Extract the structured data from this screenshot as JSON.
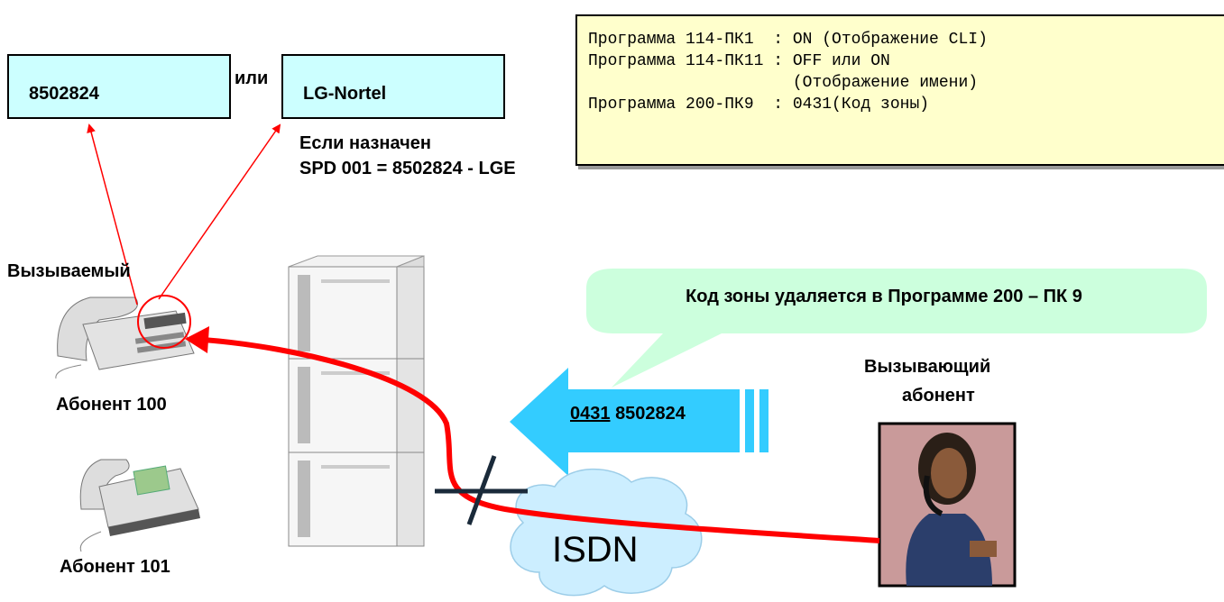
{
  "display_number": "8502824",
  "or_label": "или",
  "display_name": "LG-Nortel",
  "spd_note": {
    "line1": "Если назначен",
    "line2": "SPD 001 = 8502824 - LGE"
  },
  "config_lines": [
    "Программа 114-ПК1  : ON (Отображение CLI)",
    "Программа 114-ПК11 : OFF или ON",
    "                     (Отображение имени)",
    "Программа 200-ПК9  : 0431(Код зоны)"
  ],
  "called_label": "Вызываемый",
  "subscriber_100": "Абонент 100",
  "subscriber_101": "Абонент 101",
  "callout": "Код зоны удаляется в Программе 200 – ПК 9",
  "incoming": {
    "area_code": "0431",
    "number": "8502824"
  },
  "caller_label": {
    "line1": "Вызывающий",
    "line2": "абонент"
  },
  "network": "ISDN",
  "colors": {
    "display_fill": "#ccffff",
    "config_fill": "#ffffcc",
    "callout_fill": "#ccffdd",
    "arrow_fill": "#33ccff",
    "call_path": "#ff0000",
    "cloud_fill": "#cceeff"
  }
}
